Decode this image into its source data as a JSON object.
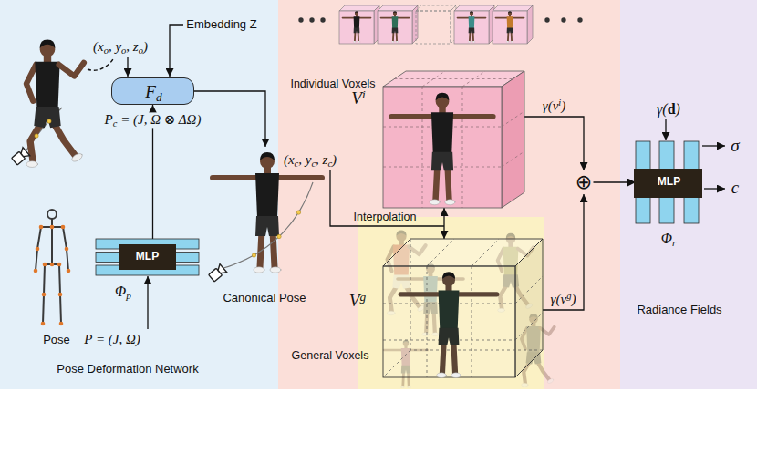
{
  "diagram": {
    "nodes": [
      {
        "text": [
          "Pose Deformation Network"
        ]
      },
      {
        "text": [
          "Fd"
        ],
        "in": 0
      },
      {
        "text": [
          "MLP",
          "Φp"
        ],
        "in": 0
      },
      {
        "text": [
          "Individual Voxels",
          "Vi"
        ]
      },
      {
        "text": [
          "Vg",
          "General Voxels"
        ]
      },
      {
        "text": [
          "⊕"
        ]
      },
      {
        "text": [
          "Radiance Fields"
        ]
      },
      {
        "text": [
          "MLP",
          "Φr"
        ],
        "in": 6
      }
    ],
    "edges": [
      {
        "from": 2,
        "to": 1,
        "arrow": "to",
        "label": "Pc = (J, Ω ⊗ ΔΩ)"
      },
      {
        "from": 3,
        "to": 4,
        "arrow": "both"
      },
      {
        "from": 3,
        "to": 5,
        "arrow": "to",
        "label": "γ(vi)"
      },
      {
        "from": 4,
        "to": 5,
        "arrow": "to",
        "label": "γ(vg)"
      },
      {
        "from": 5,
        "to": 7,
        "arrow": "to"
      }
    ],
    "labels": [
      "(xo, yo, zo)",
      "Embedding Z",
      "Pose",
      "P = (J, Ω)",
      "Canonical Pose",
      "(xc, yc, zc)",
      "Interpolation",
      "γ(d)",
      "σ",
      "c"
    ]
  }
}
